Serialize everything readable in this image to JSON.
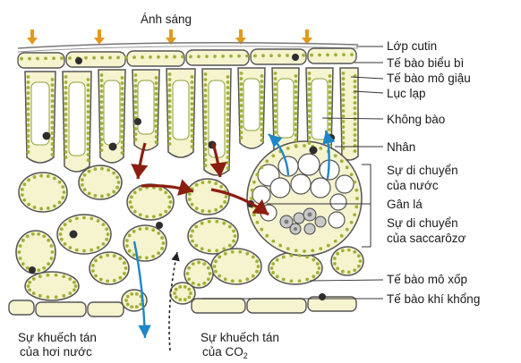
{
  "title": "Ánh sáng",
  "labels": {
    "cuticle": "Lớp cutin",
    "epidermis": "Tế bào biểu bì",
    "palisade": "Tế bào mô giậu",
    "chloroplast": "Lục lạp",
    "vacuole": "Không bào",
    "nucleus": "Nhân",
    "water_movement_1": "Sự di chuyển",
    "water_movement_2": "của nước",
    "vein": "Gân lá",
    "sucrose_movement_1": "Sự di chuyển",
    "sucrose_movement_2": "của saccarôzơ",
    "spongy": "Tế bào mô xốp",
    "guard_cell": "Tế bào khí khổng",
    "vapor_diffusion_1": "Sự khuếch tán",
    "vapor_diffusion_2": "của hơi nước",
    "co2_diffusion_1": "Sự khuếch tán",
    "co2_diffusion_2_prefix": "của CO",
    "co2_diffusion_2_sub": "2"
  },
  "colors": {
    "light_arrow": "#e39a1a",
    "cell_fill": "#f6f3cf",
    "chloroplast": "#9fb135",
    "nucleus": "#2e2e2e",
    "sugar_arrow": "#8b1e10",
    "water_arrow": "#1f86c8",
    "outline": "#555555"
  }
}
